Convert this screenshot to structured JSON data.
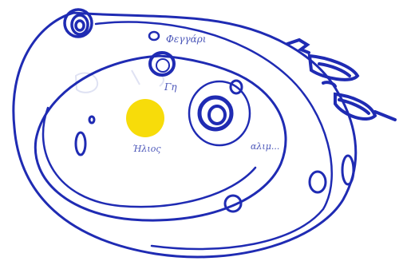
{
  "drawing": {
    "labels": {
      "earth": "Φεγγάρι",
      "earth_sub": "Γη",
      "sun": "Ήλιος",
      "planet": "αλιμ..."
    }
  },
  "colors": {
    "ink": "#1f2bb3",
    "sun": "#f7dc0a",
    "paper": "#ffffff"
  }
}
